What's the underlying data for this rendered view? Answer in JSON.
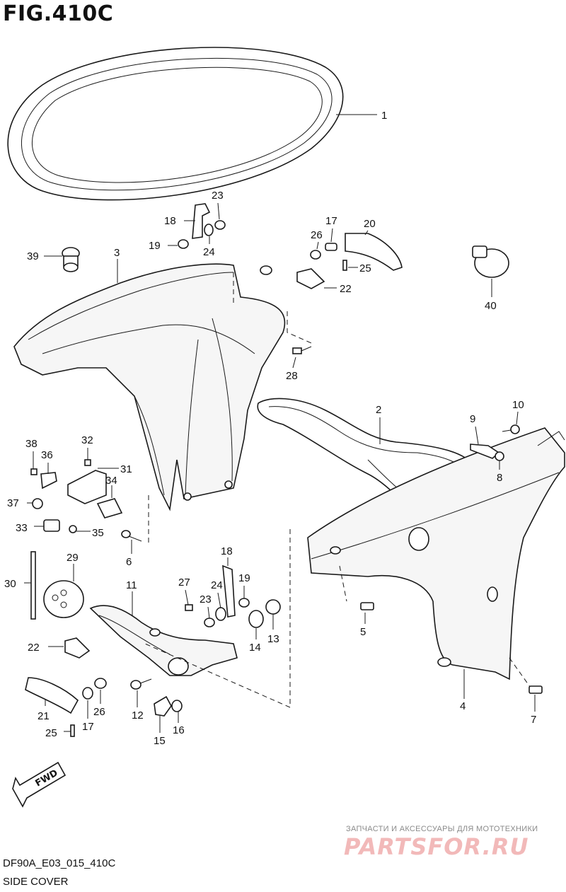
{
  "figure": {
    "title": "FIG.410C",
    "code": "DF90A_E03_015_410C",
    "caption": "SIDE COVER",
    "direction_label": "FWD"
  },
  "watermark": {
    "tagline": "ЗАПЧАСТИ И АКСЕССУАРЫ ДЛЯ МОТОТЕХНИКИ",
    "logo": "PARTSFOR.RU"
  },
  "callouts": {
    "c1": "1",
    "c2": "2",
    "c3": "3",
    "c4": "4",
    "c5": "5",
    "c6": "6",
    "c7": "7",
    "c8": "8",
    "c9": "9",
    "c10": "10",
    "c11": "11",
    "c12": "12",
    "c13": "13",
    "c14": "14",
    "c15": "15",
    "c16": "16",
    "c17a": "17",
    "c17b": "17",
    "c18a": "18",
    "c18b": "18",
    "c19a": "19",
    "c19b": "19",
    "c20": "20",
    "c21": "21",
    "c22a": "22",
    "c22b": "22",
    "c23a": "23",
    "c23b": "23",
    "c24a": "24",
    "c24b": "24",
    "c25a": "25",
    "c25b": "25",
    "c26a": "26",
    "c26b": "26",
    "c27": "27",
    "c28": "28",
    "c29": "29",
    "c30": "30",
    "c31": "31",
    "c32": "32",
    "c33": "33",
    "c34": "34",
    "c35": "35",
    "c36": "36",
    "c37": "37",
    "c38": "38",
    "c39": "39",
    "c40": "40"
  }
}
